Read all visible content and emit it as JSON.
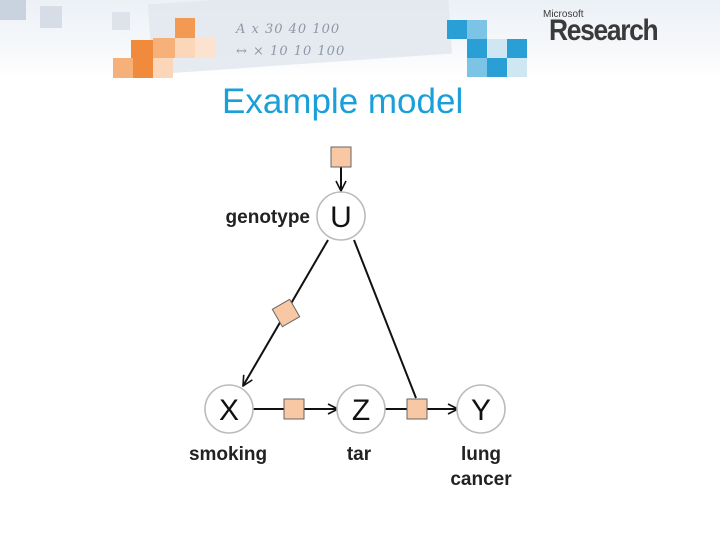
{
  "slide": {
    "title": "Example model",
    "logo": {
      "top": "Microsoft",
      "main": "Research"
    },
    "background_scribbles": [
      "A  x  30  40  100",
      "↔  ×  10  10  100"
    ]
  },
  "diagram": {
    "nodes": {
      "U": {
        "letter": "U",
        "label": "genotype"
      },
      "X": {
        "letter": "X",
        "label": "smoking"
      },
      "Z": {
        "letter": "Z",
        "label": "tar"
      },
      "Y": {
        "letter": "Y",
        "label_lines": [
          "lung",
          "cancer"
        ]
      }
    },
    "edges": [
      {
        "from": "noise",
        "to": "U"
      },
      {
        "from": "U",
        "to": "X",
        "factor": true
      },
      {
        "from": "X",
        "to": "Z",
        "factor": true
      },
      {
        "from": "U",
        "to": "Y",
        "factor": true
      },
      {
        "from": "Z",
        "to": "Y"
      }
    ]
  },
  "colors": {
    "title": "#1aa0d8",
    "factor_fill": "#f8c8a4",
    "accent_orange": "#f08a3c",
    "accent_blue": "#2a9fd6"
  }
}
